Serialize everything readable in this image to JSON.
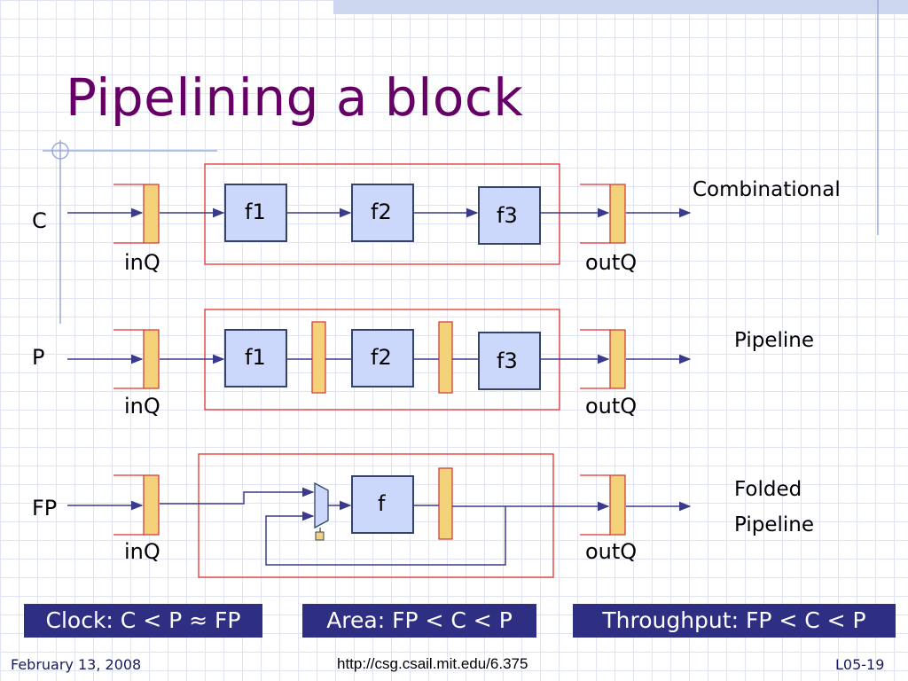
{
  "slide": {
    "title": "Pipelining a block"
  },
  "rows": [
    {
      "label": "C",
      "in_queue": "inQ",
      "out_queue": "outQ",
      "description": "Combinational",
      "blocks": [
        "f1",
        "f2",
        "f3"
      ]
    },
    {
      "label": "P",
      "in_queue": "inQ",
      "out_queue": "outQ",
      "description": "Pipeline",
      "blocks": [
        "f1",
        "f2",
        "f3"
      ]
    },
    {
      "label": "FP",
      "in_queue": "inQ",
      "out_queue": "outQ",
      "description_line1": "Folded",
      "description_line2": "Pipeline",
      "blocks": [
        "f"
      ]
    }
  ],
  "summary": {
    "clock": "Clock: C < P ≈ FP",
    "area": "Area: FP < C < P",
    "throughput": "Throughput: FP < C < P"
  },
  "footer": {
    "date": "February 13, 2008",
    "url": "http://csg.csail.mit.edu/6.375",
    "page": "L05-19"
  },
  "colors": {
    "title": "#660066",
    "block_fill": "#ccd8fb",
    "block_stroke": "#334466",
    "register_fill": "#f3d27a",
    "enclosure_stroke": "#e53333",
    "wire": "#3a3a8c",
    "summary_bg": "#2e2e82"
  }
}
